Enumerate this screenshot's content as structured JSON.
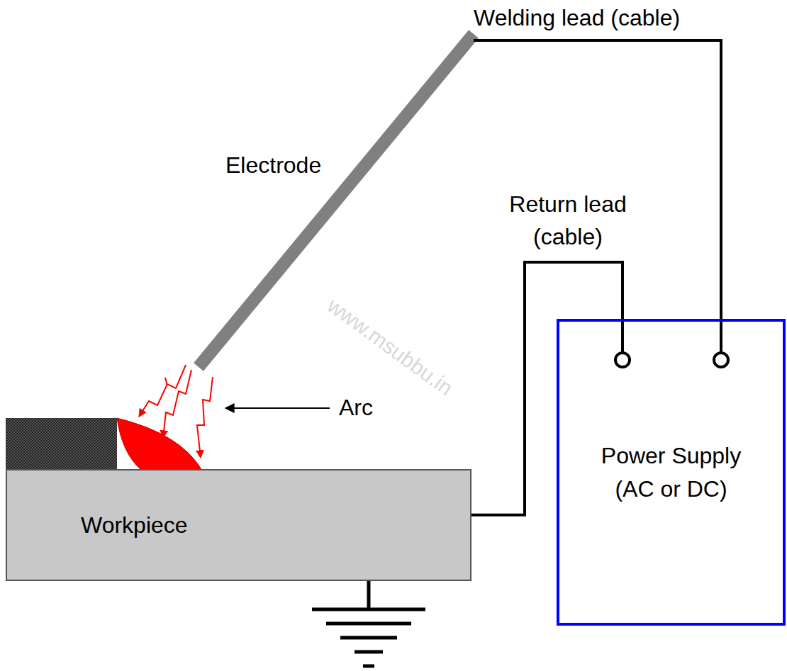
{
  "diagram": {
    "nodes": [
      {
        "text": [
          "Workpiece"
        ]
      },
      {
        "text": [
          "Power Supply (AC or DC)"
        ]
      }
    ],
    "edges": [
      {
        "from": 0,
        "to": 1,
        "arrow": "none",
        "label": "Return lead (cable)"
      }
    ],
    "labels": [
      "Welding lead (cable)",
      "Electrode",
      "Arc",
      "www.msubbu.in"
    ]
  }
}
